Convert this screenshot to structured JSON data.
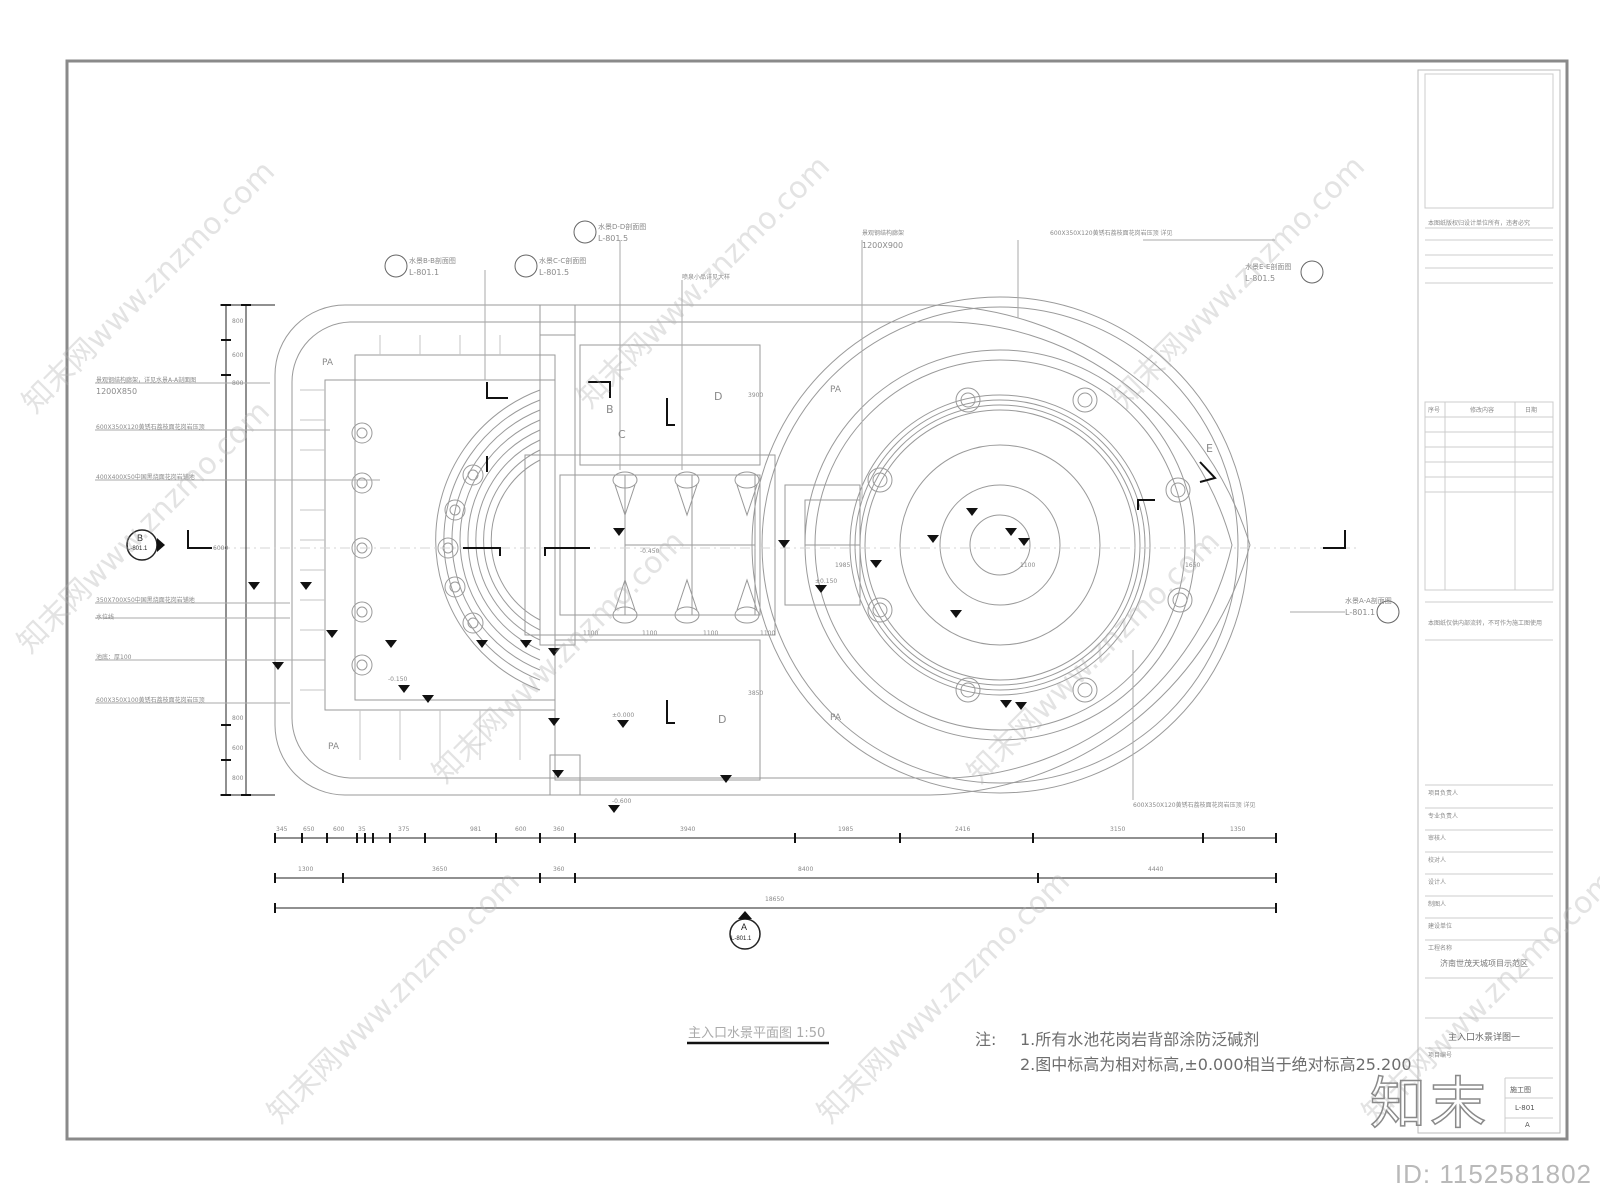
{
  "drawing": {
    "title": "主入口水景平面图 1:50",
    "notes_prefix": "注:",
    "notes": [
      "1.所有水池花岗岩背部涂防泛碱剂",
      "2.图中标高为相对标高,±0.000相当于绝对标高25.200"
    ],
    "section_marks": [
      {
        "letter": "B",
        "ref": "L-801.1"
      },
      {
        "letter": "A",
        "ref": "L-801.1"
      }
    ],
    "callouts": [
      {
        "code": "水景D-D剖面图",
        "ref": "L-801.5"
      },
      {
        "code": "水景B-B剖面图",
        "ref": "L-801.1"
      },
      {
        "code": "水景C-C剖面图",
        "ref": "L-801.5"
      },
      {
        "code": "水景E-E剖面图",
        "ref": "L-801.5"
      },
      {
        "code": "水景A-A剖面图",
        "ref": "L-801.1"
      }
    ],
    "zone_labels": [
      "PA",
      "PA",
      "PA",
      "PA",
      "D",
      "D",
      "B",
      "C",
      "E"
    ],
    "leader_labels": [
      "景观钢结构廊架，详见水景A-A剖面图",
      "1200X850",
      "600X350X120黄锈石荔枝面花岗岩压顶",
      "景观钢结构廊架",
      "1200X900",
      "喷泉小品详见大样",
      "600X350X120黄锈石荔枝面花岗岩压顶 详见",
      "400X400X50中国黑烧面花岗岩铺地",
      "350X700X50中国黑烧面花岗岩铺地",
      "水位线",
      "池底：厚100",
      "600X350X100黄锈石荔枝面花岗岩压顶",
      "600X350X120黄锈石荔枝面花岗岩压顶 详见"
    ],
    "dims_row1": [
      "345",
      "650",
      "600",
      "35",
      "375",
      "981",
      "600",
      "360",
      "3940",
      "1985",
      "2416",
      "3150",
      "1350"
    ],
    "dims_row2": [
      "1300",
      "3650",
      "360",
      "8400",
      "4440"
    ],
    "dims_total": "18650",
    "dims_left": [
      "800",
      "600",
      "800",
      "6000",
      "800",
      "600",
      "800"
    ],
    "dims_inner": [
      "1100",
      "1100",
      "1100",
      "1100",
      "1985",
      "1100",
      "1650",
      "3900",
      "3850"
    ],
    "elevations": [
      "±0.150",
      "±0.000",
      "-0.150",
      "-0.450",
      "-0.600"
    ]
  },
  "title_block": {
    "design_company": "本图纸版权归设计单位所有，违者必究",
    "rows": [
      "项目负责人",
      "专业负责人",
      "审核人",
      "校对人",
      "设计人",
      "制图人",
      "建设单位",
      "工程名称"
    ],
    "project_name": "济南世茂天城项目示范区",
    "revision_headers": [
      "序号",
      "修改内容",
      "日期"
    ],
    "stamp_note": "本图纸仅供内部流转，不可作为施工图使用",
    "sheet_title": "主入口水景详图一",
    "sheet_label": "项目编号",
    "stage": "施工图",
    "sheet_no": "L-801",
    "size": "A"
  },
  "watermark": {
    "text": "知末网www.znzmo.com",
    "logo": "知末",
    "id_text": "ID: 1152581802"
  }
}
